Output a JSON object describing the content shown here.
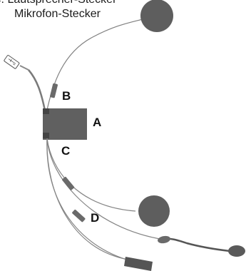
{
  "caption": {
    "line1": "C: Lautsprecher-Stecker",
    "line2": "Mikrofon-Stecker"
  },
  "labels": {
    "a": "A",
    "b": "B",
    "c": "C",
    "d": "D"
  },
  "colors": {
    "cable": "#7a7a7a",
    "component": "#5f5f5f",
    "connector": "#6a6a6a",
    "port": "#444444",
    "usb_outline": "#555555"
  },
  "icons": [
    "usb-plug-icon",
    "speaker-pad-icon",
    "microphone-icon",
    "audio-plug-icon"
  ]
}
